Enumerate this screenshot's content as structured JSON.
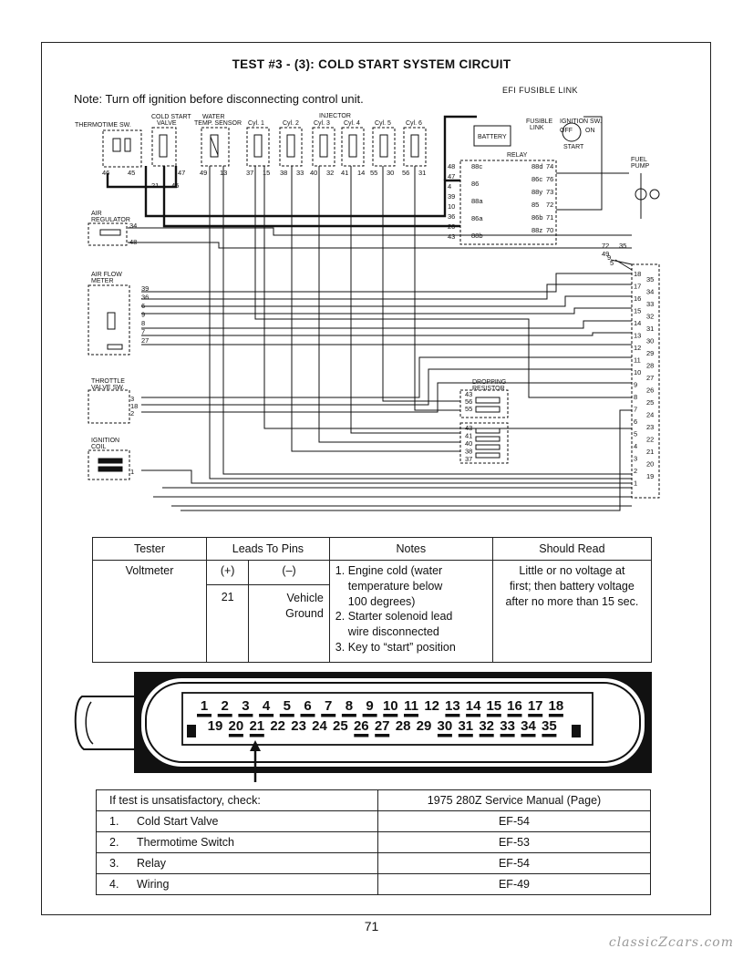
{
  "title": "TEST #3 - (3): COLD START SYSTEM CIRCUIT",
  "note": "Note: Turn off ignition before disconnecting control unit.",
  "diagram": {
    "efi_link": "EFI FUSIBLE LINK",
    "labels": {
      "thermotime": "THERMOTIME SW.",
      "cold_start_1": "COLD START",
      "cold_start_2": "VALVE",
      "water_1": "WATER",
      "water_2": "TEMP. SENSOR",
      "injector": "INJECTOR",
      "cyl1": "Cyl. 1",
      "cyl2": "Cyl. 2",
      "cyl3": "Cyl. 3",
      "cyl4": "Cyl. 4",
      "cyl5": "Cyl. 5",
      "cyl6": "Cyl. 6",
      "battery": "BATTERY",
      "fusible_1": "FUSIBLE",
      "fusible_2": "LINK",
      "ign_sw_1": "IGNITION SW.",
      "off": "OFF",
      "on": "ON",
      "start": "START",
      "relay": "RELAY",
      "fuel_pump_1": "FUEL",
      "fuel_pump_2": "PUMP",
      "air_reg_1": "AIR",
      "air_reg_2": "REGULATOR",
      "afm_1": "AIR FLOW",
      "afm_2": "METER",
      "throttle_1": "THROTTLE",
      "throttle_2": "VALVE SW.",
      "ign_coil_1": "IGNITION",
      "ign_coil_2": "COIL",
      "dropping_1": "DROPPING",
      "dropping_2": "RESISTOR"
    },
    "pins": {
      "thermo": [
        "46",
        "45"
      ],
      "cold_start": [
        "21",
        "47",
        "45"
      ],
      "water": [
        "49",
        "13"
      ],
      "cyl1": [
        "37",
        "15"
      ],
      "cyl2": [
        "38",
        "33"
      ],
      "cyl3": [
        "40",
        "32"
      ],
      "cyl4": [
        "41",
        "14"
      ],
      "cyl5": [
        "55",
        "30"
      ],
      "cyl6": [
        "56",
        "31"
      ],
      "air_reg": [
        "34",
        "48"
      ],
      "afm": [
        "39",
        "36",
        "6",
        "9",
        "8",
        "7",
        "27"
      ],
      "throttle": [
        "3",
        "18",
        "2"
      ],
      "ign_coil": [
        "1"
      ],
      "relay_left": [
        "48",
        "47",
        "4",
        "39",
        "10",
        "36",
        "20",
        "43"
      ],
      "relay_inner_left": [
        "88c",
        "86",
        "88a",
        "86a",
        "88b"
      ],
      "relay_inner_right": [
        "88d",
        "86c",
        "88y",
        "85",
        "86b",
        "88z"
      ],
      "relay_right": [
        "74",
        "76",
        "73",
        "72",
        "71",
        "70"
      ],
      "harness_top": [
        "72",
        "35",
        "49",
        "9",
        "5"
      ],
      "dropping_top": [
        "43",
        "56",
        "55"
      ],
      "dropping_bot": [
        "43",
        "41",
        "40",
        "38",
        "37"
      ],
      "cu_left": [
        "18",
        "17",
        "16",
        "15",
        "14",
        "13",
        "12",
        "11",
        "10",
        "9",
        "8",
        "7",
        "6",
        "5",
        "4",
        "3",
        "2",
        "1"
      ],
      "cu_right": [
        "35",
        "34",
        "33",
        "32",
        "31",
        "30",
        "29",
        "28",
        "27",
        "26",
        "25",
        "24",
        "23",
        "22",
        "21",
        "20",
        "19"
      ]
    }
  },
  "tester_table": {
    "headers": [
      "Tester",
      "Leads To Pins",
      "Notes",
      "Should Read"
    ],
    "tester": "Voltmeter",
    "plus": "(+)",
    "minus": "(–)",
    "plus_pin": "21",
    "minus_pin_1": "Vehicle",
    "minus_pin_2": "Ground",
    "notes": [
      "1. Engine cold (water",
      "temperature below",
      "100 degrees)",
      "2. Starter solenoid lead",
      "wire disconnected",
      "3. Key to “start” position"
    ],
    "should_read": [
      "Little or no voltage at",
      "first; then battery voltage",
      "after no more than 15 sec."
    ]
  },
  "connector": {
    "top_pins": [
      "1",
      "2",
      "3",
      "4",
      "5",
      "6",
      "7",
      "8",
      "9",
      "10",
      "11",
      "12",
      "13",
      "14",
      "15",
      "16",
      "17",
      "18"
    ],
    "bottom_pins": [
      "19",
      "20",
      "21",
      "22",
      "23",
      "24",
      "25",
      "26",
      "27",
      "28",
      "29",
      "30",
      "31",
      "32",
      "33",
      "34",
      "35"
    ]
  },
  "check_table": {
    "header_left": "If test is unsatisfactory, check:",
    "header_right": "1975 280Z Service Manual (Page)",
    "rows": [
      {
        "num": "1.",
        "item": "Cold Start Valve",
        "page": "EF-54"
      },
      {
        "num": "2.",
        "item": "Thermotime Switch",
        "page": "EF-53"
      },
      {
        "num": "3.",
        "item": "Relay",
        "page": "EF-54"
      },
      {
        "num": "4.",
        "item": "Wiring",
        "page": "EF-49"
      }
    ]
  },
  "page_number": "71",
  "watermark": "classicZcars.com"
}
